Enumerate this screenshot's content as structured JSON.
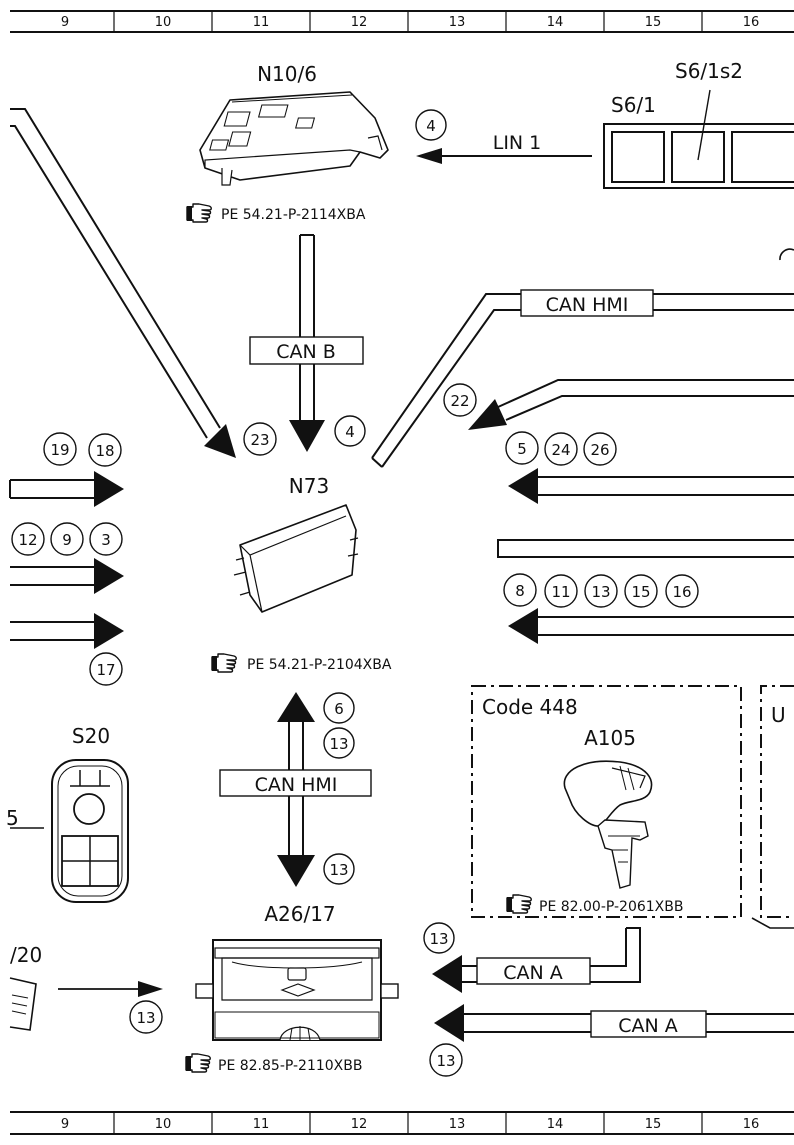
{
  "grid": {
    "columns": [
      "9",
      "10",
      "11",
      "12",
      "13",
      "14",
      "15",
      "16"
    ]
  },
  "components": {
    "n10_6": {
      "label": "N10/6",
      "ref": "PE 54.21-P-2114XBA"
    },
    "s6_1": {
      "label": "S6/1"
    },
    "s6_1s2": {
      "label": "S6/1s2"
    },
    "n73": {
      "label": "N73",
      "ref": "PE 54.21-P-2104XBA"
    },
    "s20": {
      "label": "S20"
    },
    "a26_17": {
      "label": "A26/17",
      "ref": "PE 82.85-P-2110XBB"
    },
    "a105": {
      "label": "A105",
      "ref": "PE 82.00-P-2061XBB"
    },
    "partial_left": {
      "label": "/20"
    },
    "partial_five": {
      "label": "5"
    },
    "partial_u": {
      "label": "U"
    }
  },
  "code_box": {
    "label": "Code 448"
  },
  "buses": {
    "lin1": "LIN 1",
    "can_b": "CAN B",
    "can_hmi_top": "CAN HMI",
    "can_hmi_mid": "CAN HMI",
    "can_a_upper": "CAN A",
    "can_a_lower": "CAN A"
  },
  "callouts": {
    "lin": "4",
    "canb": "4",
    "c23": "23",
    "c22": "22",
    "c19": "19",
    "c18": "18",
    "c12": "12",
    "c9": "9",
    "c3": "3",
    "c17": "17",
    "c5": "5",
    "c24": "24",
    "c26": "26",
    "c8": "8",
    "c11": "11",
    "c13a": "13",
    "c15": "15",
    "c16": "16",
    "c6": "6",
    "c13b": "13",
    "c13c": "13",
    "c13d": "13",
    "c13e": "13",
    "c13f": "13"
  },
  "colors": {
    "reference_link": "#2b3f9a",
    "line": "#111111"
  },
  "icons": {
    "reference": "pointing-hand-icon"
  }
}
